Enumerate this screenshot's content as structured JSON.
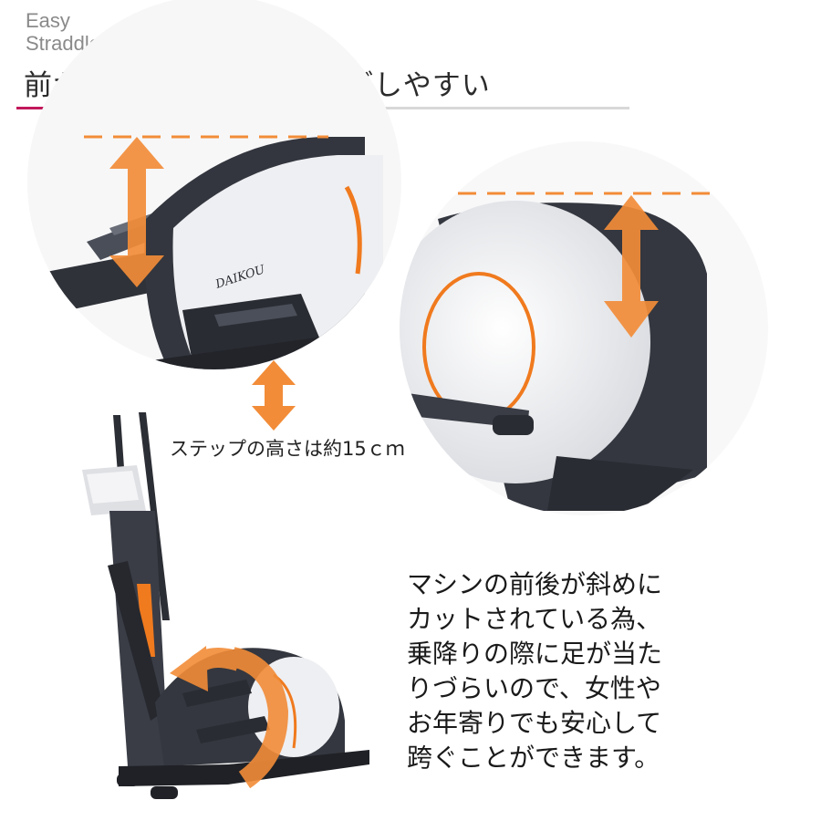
{
  "header": {
    "en_line1": "Easy",
    "en_line2": "Straddle",
    "jp_title": "前からも後からも乗降りがしやすい"
  },
  "step_caption": "ステップの高さは約15ｃｍ",
  "description": {
    "lines": [
      "マシンの前後が斜めに",
      "カットされている為、",
      "乗降りの際に足が当た",
      "りづらいので、女性や",
      "お年寄りでも安心して",
      "跨ぐことができます。"
    ]
  },
  "product_brand": "DAIKOU",
  "colors": {
    "accent_rule": "#c2185b",
    "arrow_orange": "#f28c38",
    "machine_dark": "#3a3d46",
    "machine_white": "#f1f1f3",
    "orange_trim": "#f07a1e"
  },
  "icons": [
    "vertical-double-arrow-icon",
    "curved-arrow-icon",
    "dashed-guide-line"
  ]
}
